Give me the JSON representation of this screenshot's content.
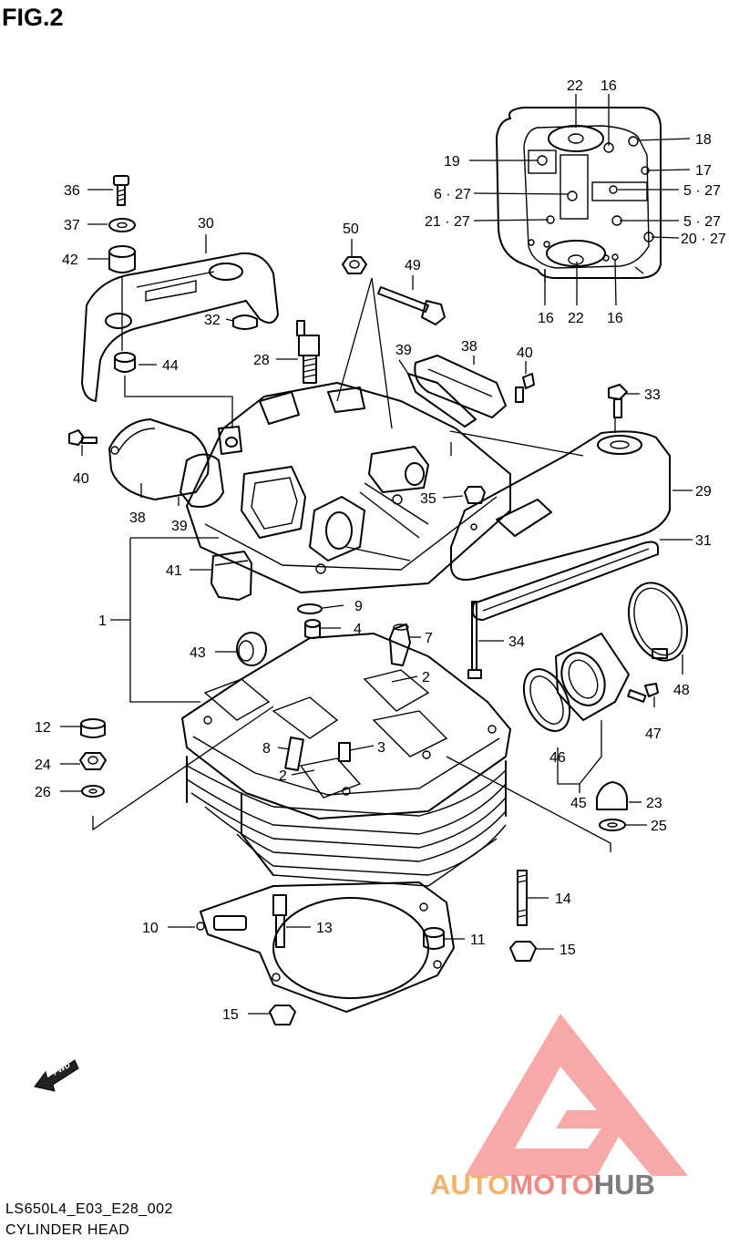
{
  "figure": {
    "title": "FIG.2",
    "footer_code": "LS650L4_E03_E28_002",
    "footer_name": "CYLINDER HEAD"
  },
  "fwd_label": "FWD",
  "watermark": {
    "part1": "AUTO",
    "part2": "MOTO",
    "part3": "HUB",
    "colors": {
      "auto": "#f4b36a",
      "moto": "#f28a84",
      "hub": "#7d7d7d",
      "triangle": "#f49a97"
    }
  },
  "callouts": [
    {
      "id": "c22a",
      "text": "22"
    },
    {
      "id": "c16a",
      "text": "16"
    },
    {
      "id": "c18",
      "text": "18"
    },
    {
      "id": "c19",
      "text": "19"
    },
    {
      "id": "c17",
      "text": "17"
    },
    {
      "id": "c627",
      "text": "6 · 27"
    },
    {
      "id": "c527a",
      "text": "5 · 27"
    },
    {
      "id": "c2127",
      "text": "21 · 27"
    },
    {
      "id": "c527b",
      "text": "5 · 27"
    },
    {
      "id": "c2027",
      "text": "20 · 27"
    },
    {
      "id": "c16b",
      "text": "16"
    },
    {
      "id": "c22b",
      "text": "22"
    },
    {
      "id": "c16c",
      "text": "16"
    },
    {
      "id": "c36",
      "text": "36"
    },
    {
      "id": "c37",
      "text": "37"
    },
    {
      "id": "c30",
      "text": "30"
    },
    {
      "id": "c50",
      "text": "50"
    },
    {
      "id": "c42",
      "text": "42"
    },
    {
      "id": "c49",
      "text": "49"
    },
    {
      "id": "c32",
      "text": "32"
    },
    {
      "id": "c28",
      "text": "28"
    },
    {
      "id": "c39a",
      "text": "39"
    },
    {
      "id": "c38a",
      "text": "38"
    },
    {
      "id": "c40a",
      "text": "40"
    },
    {
      "id": "c44",
      "text": "44"
    },
    {
      "id": "c33",
      "text": "33"
    },
    {
      "id": "c40b",
      "text": "40"
    },
    {
      "id": "c35",
      "text": "35"
    },
    {
      "id": "c29",
      "text": "29"
    },
    {
      "id": "c38b",
      "text": "38"
    },
    {
      "id": "c39b",
      "text": "39"
    },
    {
      "id": "c31",
      "text": "31"
    },
    {
      "id": "c41",
      "text": "41"
    },
    {
      "id": "c9",
      "text": "9"
    },
    {
      "id": "c1",
      "text": "1"
    },
    {
      "id": "c4",
      "text": "4"
    },
    {
      "id": "c34",
      "text": "34"
    },
    {
      "id": "c43",
      "text": "43"
    },
    {
      "id": "c7",
      "text": "7"
    },
    {
      "id": "c2a",
      "text": "2"
    },
    {
      "id": "c48",
      "text": "48"
    },
    {
      "id": "c12",
      "text": "12"
    },
    {
      "id": "c47",
      "text": "47"
    },
    {
      "id": "c8",
      "text": "8"
    },
    {
      "id": "c3",
      "text": "3"
    },
    {
      "id": "c24",
      "text": "24"
    },
    {
      "id": "c2b",
      "text": "2"
    },
    {
      "id": "c46",
      "text": "46"
    },
    {
      "id": "c26",
      "text": "26"
    },
    {
      "id": "c45",
      "text": "45"
    },
    {
      "id": "c23",
      "text": "23"
    },
    {
      "id": "c25",
      "text": "25"
    },
    {
      "id": "c14",
      "text": "14"
    },
    {
      "id": "c10",
      "text": "10"
    },
    {
      "id": "c13",
      "text": "13"
    },
    {
      "id": "c11",
      "text": "11"
    },
    {
      "id": "c15a",
      "text": "15"
    },
    {
      "id": "c15b",
      "text": "15"
    }
  ]
}
